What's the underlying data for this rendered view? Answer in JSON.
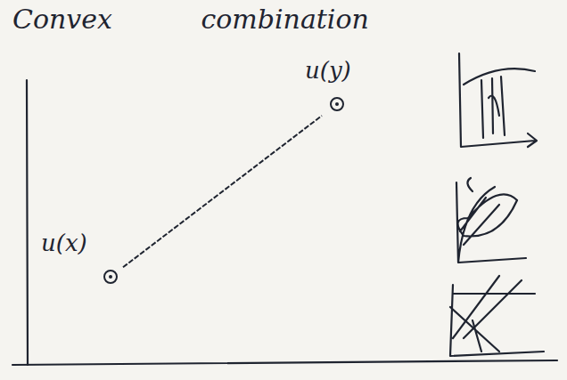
{
  "diagram": {
    "title": "Convex combination",
    "nodes": [
      {
        "text": [
          "u(y)"
        ]
      },
      {
        "text": [
          "u(x)"
        ]
      }
    ],
    "edges": [
      {
        "from": 1,
        "to": 0,
        "arrow": "none"
      }
    ]
  }
}
